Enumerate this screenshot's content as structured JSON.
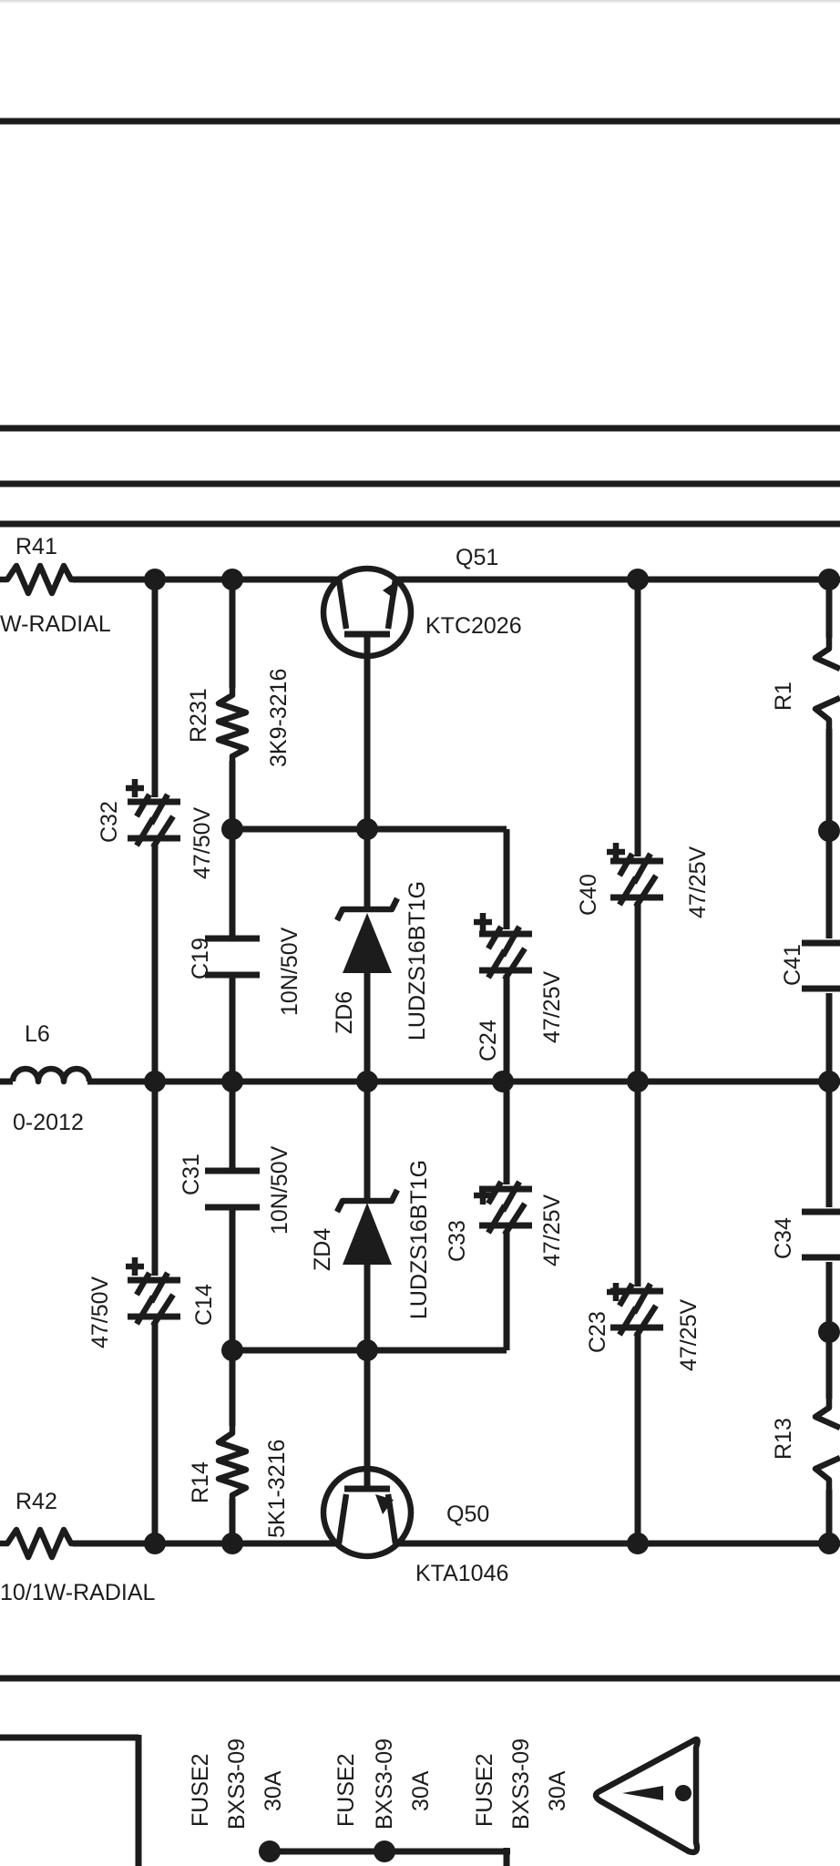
{
  "components": {
    "r41": {
      "ref": "R41",
      "value": "W-RADIAL"
    },
    "r42": {
      "ref": "R42",
      "value": "10/1W-RADIAL"
    },
    "q51": {
      "ref": "Q51",
      "value": "KTC2026"
    },
    "q50": {
      "ref": "Q50",
      "value": "KTA1046"
    },
    "r231": {
      "ref": "R231",
      "value": "3K9-3216"
    },
    "r14": {
      "ref": "R14",
      "value": "5K1-3216"
    },
    "c32": {
      "ref": "C32",
      "value": "47/50V"
    },
    "c14": {
      "ref": "C14",
      "value": "47/50V"
    },
    "c19": {
      "ref": "C19",
      "value": "10N/50V"
    },
    "c31": {
      "ref": "C31",
      "value": "10N/50V"
    },
    "zd6": {
      "ref": "ZD6",
      "value": "LUDZS16BT1G"
    },
    "zd4": {
      "ref": "ZD4",
      "value": "LUDZS16BT1G"
    },
    "c24": {
      "ref": "C24",
      "value": "47/25V"
    },
    "c33": {
      "ref": "C33",
      "value": "47/25V"
    },
    "c40": {
      "ref": "C40",
      "value": "47/25V"
    },
    "c23": {
      "ref": "C23",
      "value": "47/25V"
    },
    "l6": {
      "ref": "L6",
      "value": "0-2012"
    },
    "r1": {
      "ref": "R1"
    },
    "c41": {
      "ref": "C41"
    },
    "c34": {
      "ref": "C34"
    },
    "r13": {
      "ref": "R13"
    }
  },
  "fuses": [
    {
      "ref": "FUSE2",
      "part": "BXS3-09",
      "rating": "30A"
    },
    {
      "ref": "FUSE2",
      "part": "BXS3-09",
      "rating": "30A"
    },
    {
      "ref": "FUSE2",
      "part": "BXS3-09",
      "rating": "30A"
    }
  ],
  "warning_symbol": "warning-triangle-icon"
}
